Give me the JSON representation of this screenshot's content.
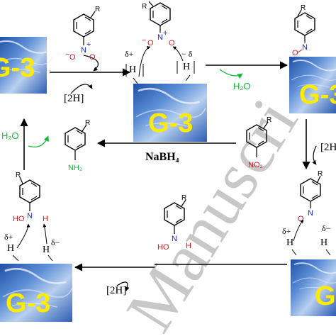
{
  "catalyst_label": "G-3",
  "reductant_label": "NaBH₄",
  "hydrogen_label": "[2H]",
  "water_label": "H₂O",
  "r_group": "R",
  "nitro_group": "NO₂",
  "amine_group": "NH₂",
  "hydrogen_atom": "H",
  "delta_plus": "δ+",
  "delta_minus": "δ−",
  "delta_minus_spaced": "− δ",
  "charges": {
    "minus": "−",
    "plus": "+"
  },
  "atoms": {
    "N": "N",
    "O": "O",
    "H": "H"
  },
  "hydroxyl": "HO",
  "watermark": "Manuscri",
  "colors": {
    "nitrogen": "#1a2ad0",
    "oxygen": "#e0131b",
    "green": "#19b83a",
    "g3_text": "#ffeb00",
    "surface_blue": "#2b5fb8"
  }
}
